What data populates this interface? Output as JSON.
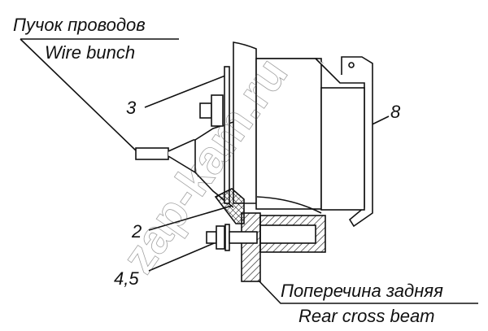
{
  "labels": {
    "wire_bunch_ru": "Пучок проводов",
    "wire_bunch_en": "Wire bunch",
    "cross_beam_ru": "Поперечина задняя",
    "cross_beam_en": "Rear cross beam",
    "part_3": "3",
    "part_8": "8",
    "part_2": "2",
    "part_4_5": "4,5"
  },
  "watermark": "zap-kam.ru"
}
